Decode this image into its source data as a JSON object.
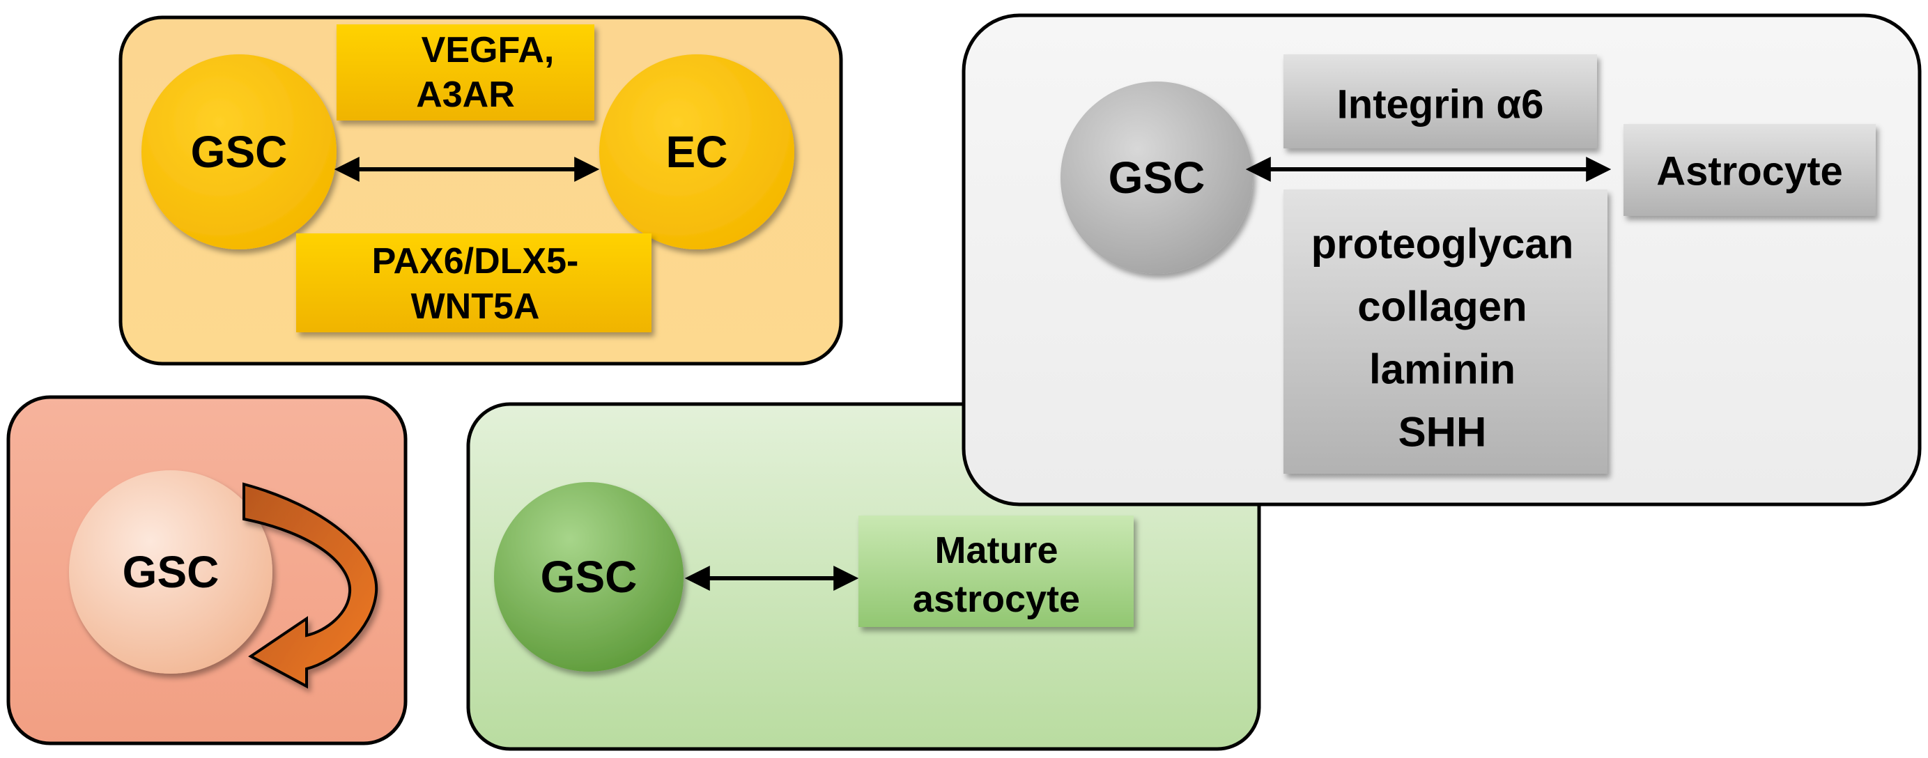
{
  "panels": {
    "endothelial": {
      "gsc_label": "GSC",
      "partner_label": "EC",
      "top_box_lines": [
        "VEGFA,",
        "A3AR"
      ],
      "bottom_box_lines": [
        "PAX6/DLX5-",
        "WNT5A"
      ],
      "color": "#fdd78f"
    },
    "astrocyte": {
      "gsc_label": "GSC",
      "partner_label": "Astrocyte",
      "top_box_label": "Integrin α6",
      "ecm_lines": [
        "proteoglycan",
        "collagen",
        "laminin",
        "SHH"
      ],
      "color": "#f1f1f1"
    },
    "self_renewal": {
      "gsc_label": "GSC",
      "color": "#f4a98f"
    },
    "mature_astrocyte": {
      "gsc_label": "GSC",
      "partner_lines": [
        "Mature",
        "astrocyte"
      ],
      "color": "#c9e6b5"
    }
  }
}
